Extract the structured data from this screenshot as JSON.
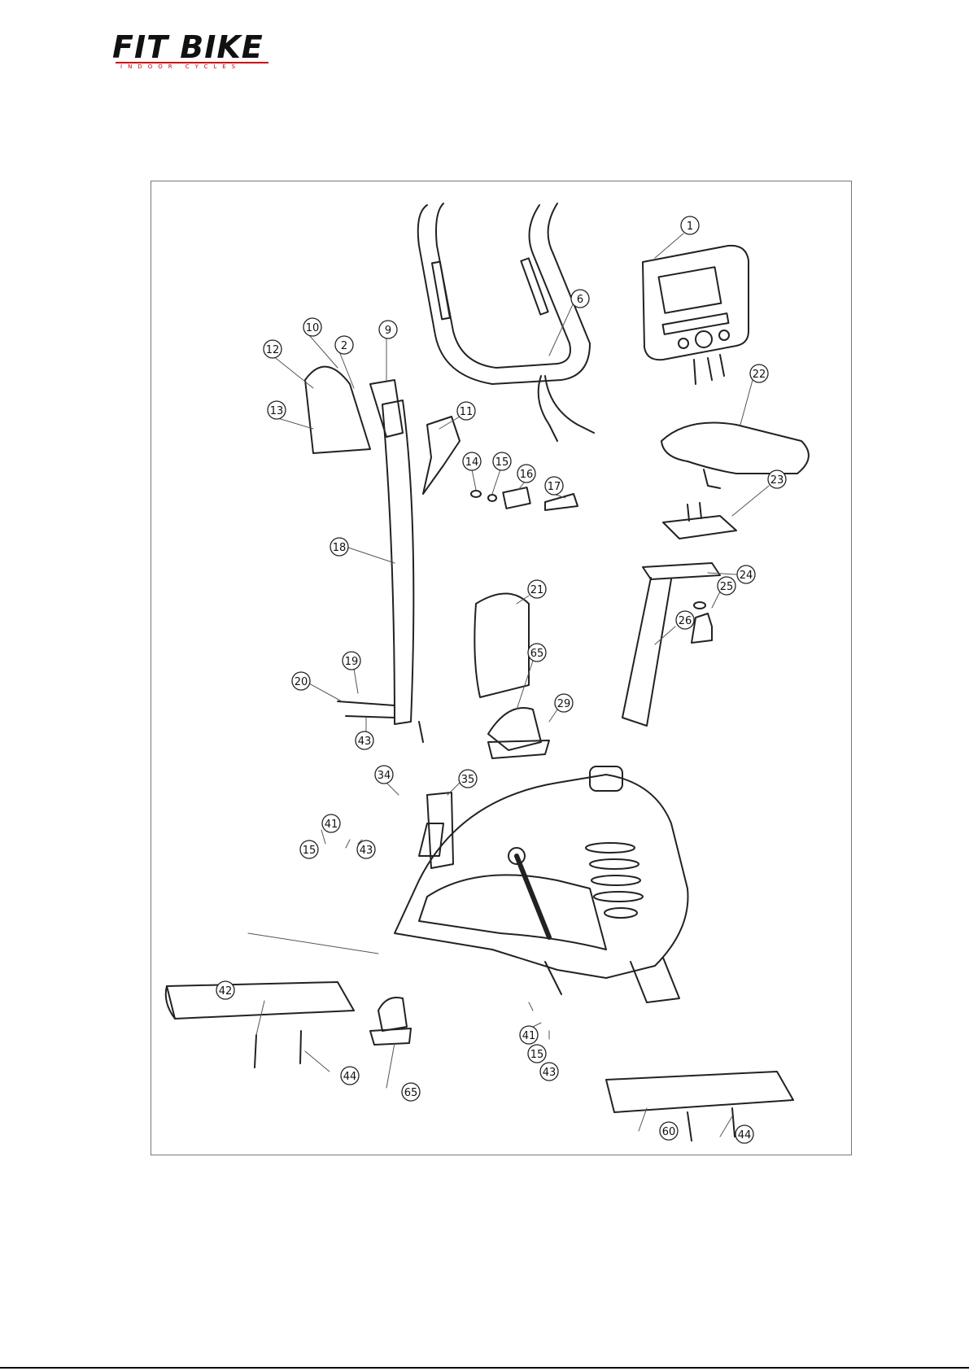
{
  "brand": {
    "name": "FIT BIKE",
    "tagline": "INDOOR CYCLES"
  },
  "diagram": {
    "parts": [
      "1",
      "6",
      "9",
      "10",
      "12",
      "2",
      "13",
      "11",
      "14",
      "15",
      "16",
      "17",
      "18",
      "22",
      "23",
      "24",
      "25",
      "26",
      "21",
      "65",
      "29",
      "20",
      "19",
      "43",
      "34",
      "35",
      "41",
      "15b",
      "43b",
      "42",
      "44",
      "41b",
      "15c",
      "43c",
      "60",
      "44b",
      "65b"
    ]
  }
}
